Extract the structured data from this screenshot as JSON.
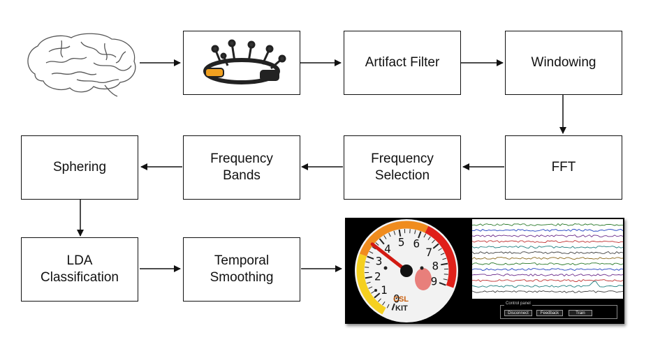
{
  "nodes": {
    "artifact_filter": "Artifact Filter",
    "windowing": "Windowing",
    "fft": "FFT",
    "frequency_selection": "Frequency\nSelection",
    "frequency_bands": "Frequency\nBands",
    "sphering": "Sphering",
    "lda_classification": "LDA\nClassification",
    "temporal_smoothing": "Temporal\nSmoothing"
  },
  "gauge": {
    "ticks": [
      "0",
      "1",
      "2",
      "3",
      "4",
      "5",
      "6",
      "7",
      "8",
      "9"
    ],
    "needle_value": 3.6
  },
  "logos": {
    "csl": "CSL",
    "kit": "KIT"
  },
  "control_panel": {
    "title": "Control panel",
    "buttons": [
      "Disconnect",
      "Feedback",
      "Train"
    ]
  },
  "colors": {
    "line": "#111111",
    "gauge_red": "#e0201a",
    "gauge_orange": "#f08c1e",
    "gauge_yellow": "#f5d020"
  }
}
